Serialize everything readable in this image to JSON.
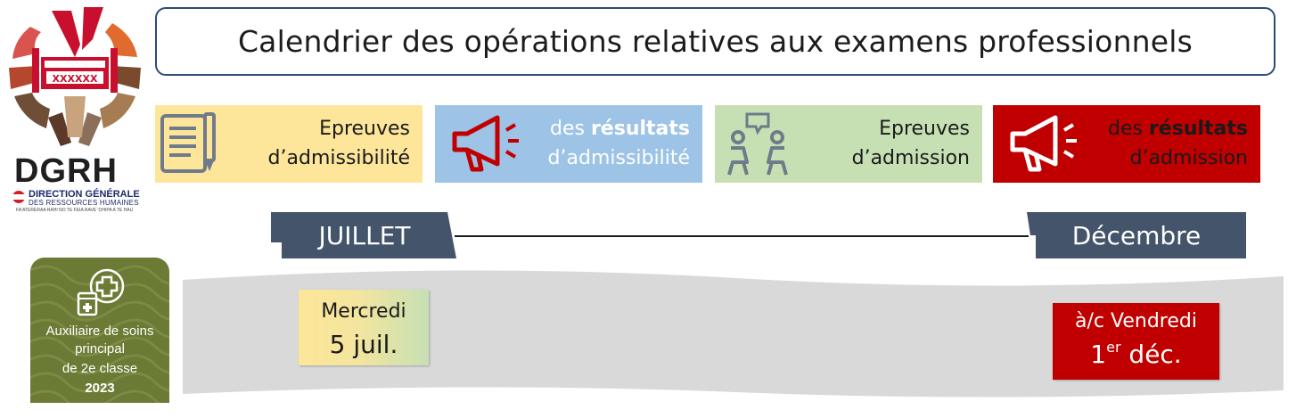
{
  "logo": {
    "acronym_d": "DG",
    "acronym_r": "RH",
    "line1": "DIRECTION GÉNÉRALE",
    "line2": "DES RESSOURCES HUMAINES",
    "line3": "FA'ATERERAA RAHI NO TE FEIA RAVE 'OHIPA A TE HAU"
  },
  "title": "Calendrier des opérations relatives aux examens professionnels",
  "legend": [
    {
      "icon": "document-pencil-icon",
      "line1": "Epreuves",
      "line2": "d’admissibilité",
      "color": "#fde69a"
    },
    {
      "icon": "megaphone-icon",
      "line1_pre": "des ",
      "line1_bold": "résultats",
      "line2": "d’admissibilité",
      "color": "#9dc3e6"
    },
    {
      "icon": "discussion-people-icon",
      "line1": "Epreuves",
      "line2": "d’admission",
      "color": "#c6e0b4"
    },
    {
      "icon": "megaphone-icon",
      "line1_pre": "des ",
      "line1_bold": "résultats",
      "line2": "d’admission",
      "color": "#c00000"
    }
  ],
  "timeline": {
    "start": "JUILLET",
    "end": "Décembre",
    "color": "#44546a"
  },
  "category": {
    "icon": "medical-pharmacy-icon",
    "line1": "Auxiliaire de soins",
    "line2": "principal",
    "line3": "de 2e classe",
    "year": "2023",
    "color": "#6b7a34"
  },
  "events": [
    {
      "line1": "Mercredi",
      "line2": "5 juil."
    },
    {
      "line1": "à/c Vendredi",
      "line2_num": "1",
      "line2_sup": "er",
      "line2_rest": " déc."
    }
  ]
}
